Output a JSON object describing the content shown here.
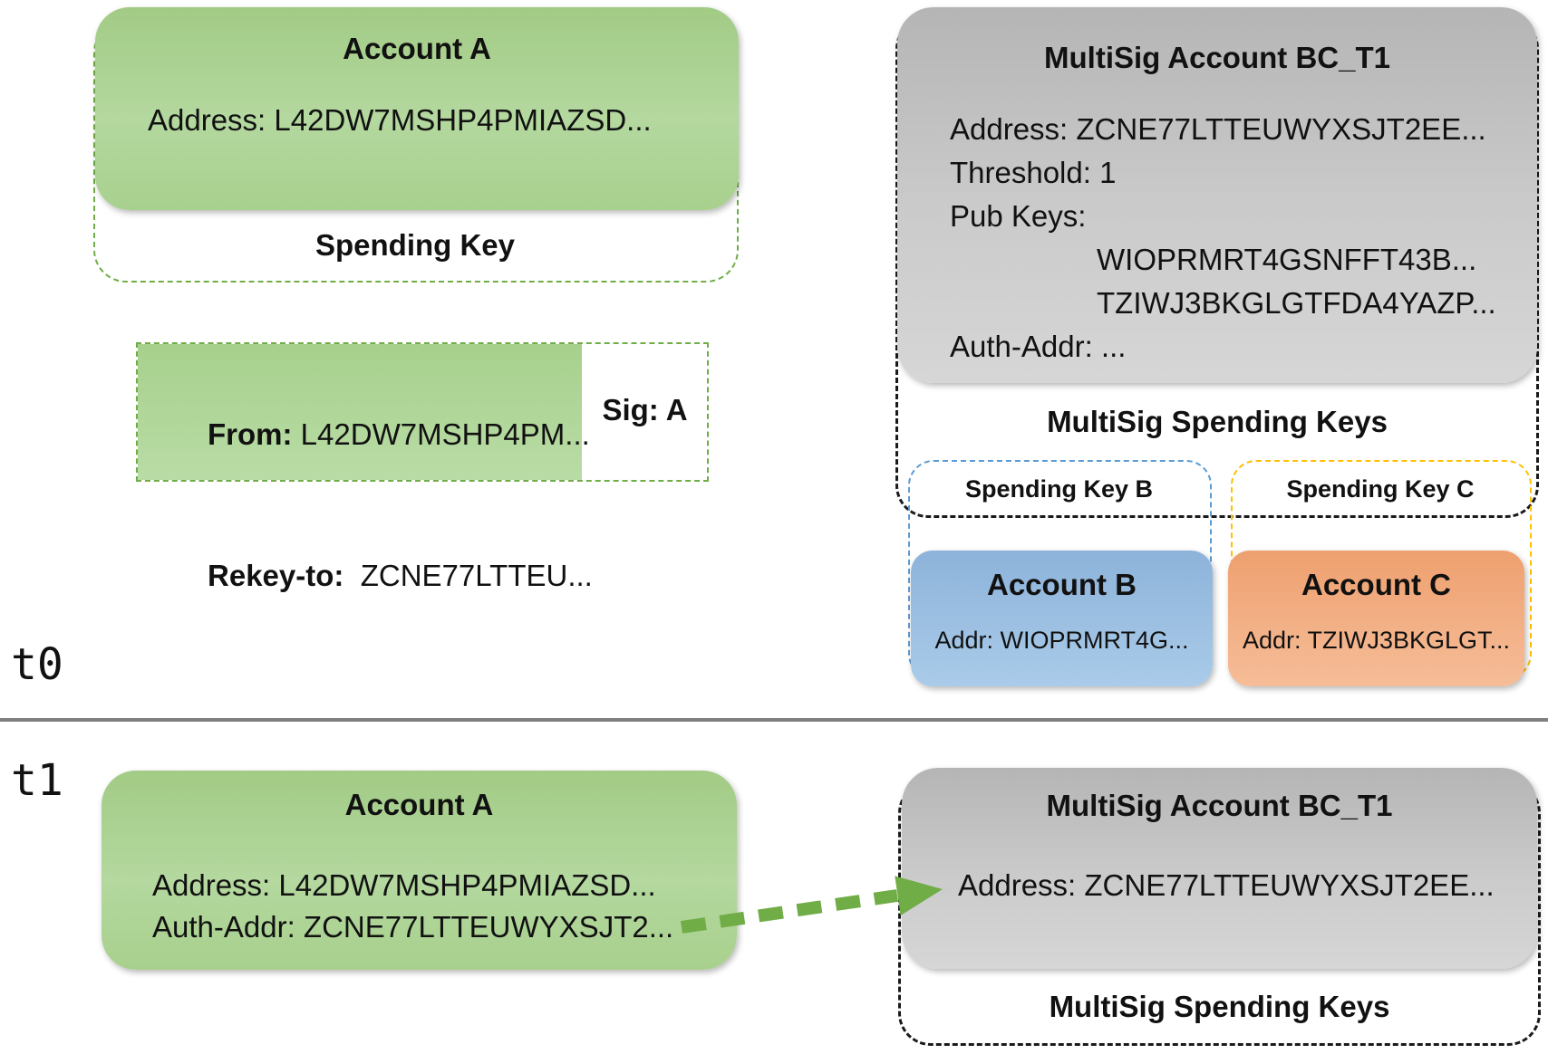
{
  "t0": {
    "label": "t0",
    "account_a": {
      "title": "Account A",
      "address": "Address: L42DW7MSHP4PMIAZSD...",
      "spending_key_label": "Spending Key"
    },
    "rekey_txn": {
      "from_label": "From:",
      "from_value": " L42DW7MSHP4PM...",
      "rekey_label": "Rekey-to:",
      "rekey_value": "  ZCNE77LTTEU...",
      "sig": "Sig: A"
    },
    "multisig": {
      "title": "MultiSig Account BC_T1",
      "address": "Address: ZCNE77LTTEUWYXSJT2EE...",
      "threshold": "Threshold: 1",
      "pub_keys_label": "Pub Keys:",
      "pub_key_1": "WIOPRMRT4GSNFFT43B...",
      "pub_key_2": "TZIWJ3BKGLGTFDA4YAZP...",
      "auth_addr": "Auth-Addr: ...",
      "spending_keys_label": "MultiSig Spending Keys",
      "spending_key_b_label": "Spending Key B",
      "spending_key_c_label": "Spending Key C"
    },
    "account_b": {
      "title": "Account B",
      "addr": "Addr: WIOPRMRT4G..."
    },
    "account_c": {
      "title": "Account C",
      "addr": "Addr: TZIWJ3BKGLGT..."
    }
  },
  "t1": {
    "label": "t1",
    "account_a": {
      "title": "Account A",
      "address": "Address: L42DW7MSHP4PMIAZSD...",
      "auth_addr": "Auth-Addr: ZCNE77LTTEUWYXSJT2..."
    },
    "multisig": {
      "title": "MultiSig Account BC_T1",
      "address": "Address: ZCNE77LTTEUWYXSJT2EE...",
      "spending_keys_label": "MultiSig Spending Keys"
    }
  },
  "colors": {
    "green-accent": "#70ad47",
    "blue-accent": "#5b9bd5",
    "yellow-accent": "#ffc000",
    "outline-black": "#1a1a1a",
    "divider": "#808080",
    "arrow": "#70ad47"
  }
}
